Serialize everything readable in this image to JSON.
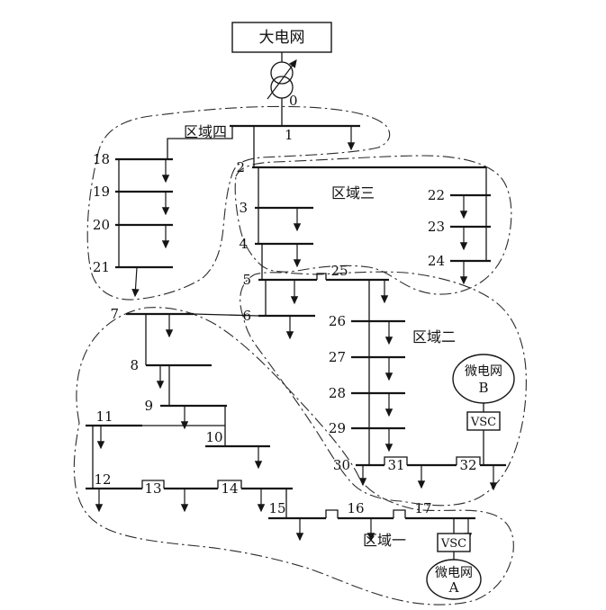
{
  "grid_label": "大电网",
  "bus_labels": [
    "0",
    "1",
    "2",
    "3",
    "4",
    "5",
    "6",
    "7",
    "8",
    "9",
    "10",
    "11",
    "12",
    "13",
    "14",
    "15",
    "16",
    "17",
    "18",
    "19",
    "20",
    "21",
    "22",
    "23",
    "24",
    "25",
    "26",
    "27",
    "28",
    "29",
    "30",
    "31",
    "32"
  ],
  "regions": {
    "one": "区域一",
    "two": "区域二",
    "three": "区域三",
    "four": "区域四"
  },
  "microgrids": {
    "a": {
      "name": "微电网",
      "id": "A",
      "converter": "VSC"
    },
    "b": {
      "name": "微电网",
      "id": "B",
      "converter": "VSC"
    }
  }
}
